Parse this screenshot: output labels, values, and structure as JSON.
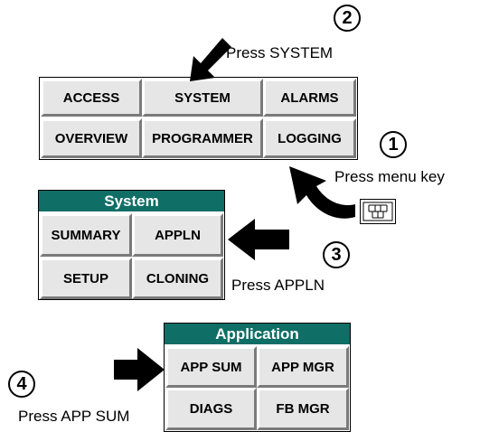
{
  "main_menu": {
    "buttons": [
      {
        "id": "access",
        "label": "ACCESS"
      },
      {
        "id": "system",
        "label": "SYSTEM"
      },
      {
        "id": "alarms",
        "label": "ALARMS"
      },
      {
        "id": "overview",
        "label": "OVERVIEW"
      },
      {
        "id": "programmer",
        "label": "PROGRAMMER"
      },
      {
        "id": "logging",
        "label": "LOGGING"
      }
    ]
  },
  "system_menu": {
    "title": "System",
    "buttons": [
      {
        "id": "summary",
        "label": "SUMMARY"
      },
      {
        "id": "appln",
        "label": "APPLN"
      },
      {
        "id": "setup",
        "label": "SETUP"
      },
      {
        "id": "cloning",
        "label": "CLONING"
      }
    ]
  },
  "application_menu": {
    "title": "Application",
    "buttons": [
      {
        "id": "app_sum",
        "label": "APP SUM"
      },
      {
        "id": "app_mgr",
        "label": "APP MGR"
      },
      {
        "id": "diags",
        "label": "DIAGS"
      },
      {
        "id": "fb_mgr",
        "label": "FB MGR"
      }
    ]
  },
  "steps": [
    {
      "number": "1",
      "caption": "Press menu key"
    },
    {
      "number": "2",
      "caption": "Press SYSTEM"
    },
    {
      "number": "3",
      "caption": "Press APPLN"
    },
    {
      "number": "4",
      "caption": "Press APP SUM"
    }
  ],
  "colors": {
    "title_bar": "#0f6e66",
    "button_face": "#e6e6e6",
    "arrow": "#000000"
  },
  "icons": {
    "menu_key": "menu-key-icon",
    "arrow": "arrow-icon"
  }
}
